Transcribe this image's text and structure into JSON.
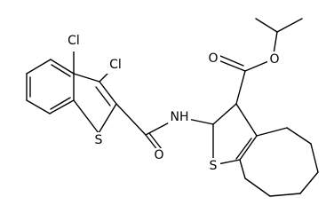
{
  "atoms": {
    "cl_top": "Cl",
    "cl_mid": "Cl",
    "s_left": "S",
    "o_amide": "O",
    "nh": "NH",
    "o_ester_carbonyl": "O",
    "o_ester": "O",
    "s_right": "S"
  }
}
